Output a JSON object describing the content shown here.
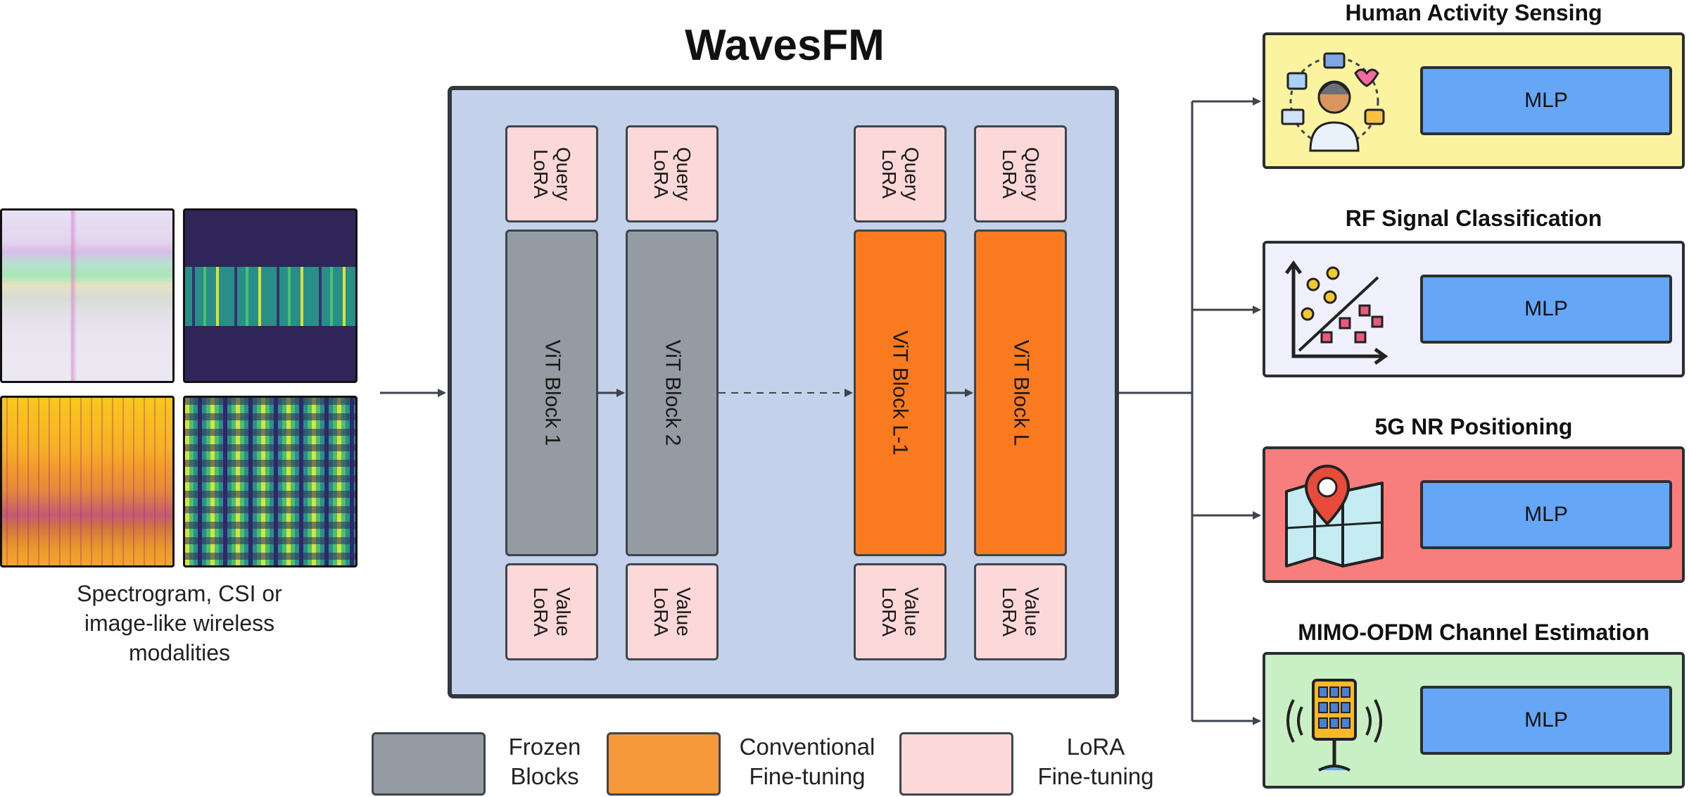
{
  "header": {
    "title": "WavesFM"
  },
  "inputs": {
    "caption": [
      "Spectrogram, CSI or",
      "image-like wireless",
      "modalities"
    ]
  },
  "blocks": [
    {
      "query": [
        "Query",
        "LoRA"
      ],
      "vit": "ViT Block 1",
      "value": [
        "Value",
        "LoRA"
      ],
      "kind": "frozen"
    },
    {
      "query": [
        "Query",
        "LoRA"
      ],
      "vit": "ViT Block 2",
      "value": [
        "Value",
        "LoRA"
      ],
      "kind": "frozen"
    },
    {
      "query": [
        "Query",
        "LoRA"
      ],
      "vit": "ViT Block L-1",
      "value": [
        "Value",
        "LoRA"
      ],
      "kind": "tuned"
    },
    {
      "query": [
        "Query",
        "LoRA"
      ],
      "vit": "ViT Block L",
      "value": [
        "Value",
        "LoRA"
      ],
      "kind": "tuned"
    }
  ],
  "tasks": [
    {
      "title": "Human Activity Sensing",
      "head": "MLP",
      "icon": "person-activity-icon",
      "color": "#fbf3a0"
    },
    {
      "title": "RF Signal Classification",
      "head": "MLP",
      "icon": "scatter-classification-icon",
      "color": "#eff0fb"
    },
    {
      "title": "5G NR Positioning",
      "head": "MLP",
      "icon": "map-pin-icon",
      "color": "#f87d7d"
    },
    {
      "title": "MIMO-OFDM Channel Estimation",
      "head": "MLP",
      "icon": "antenna-array-icon",
      "color": "#c9efc5"
    }
  ],
  "legend": [
    {
      "label": [
        "Frozen",
        "Blocks"
      ],
      "color": "#959ba3"
    },
    {
      "label": [
        "Conventional",
        "Fine-tuning"
      ],
      "color": "#f7983a"
    },
    {
      "label": [
        "LoRA",
        "Fine-tuning"
      ],
      "color": "#fdd8d8"
    }
  ],
  "colors": {
    "frozen": "#959ba3",
    "tuned": "#f97a1f",
    "lora": "#fdd8d8",
    "mlp": "#66a6f6",
    "container": "#c4d1eb"
  }
}
